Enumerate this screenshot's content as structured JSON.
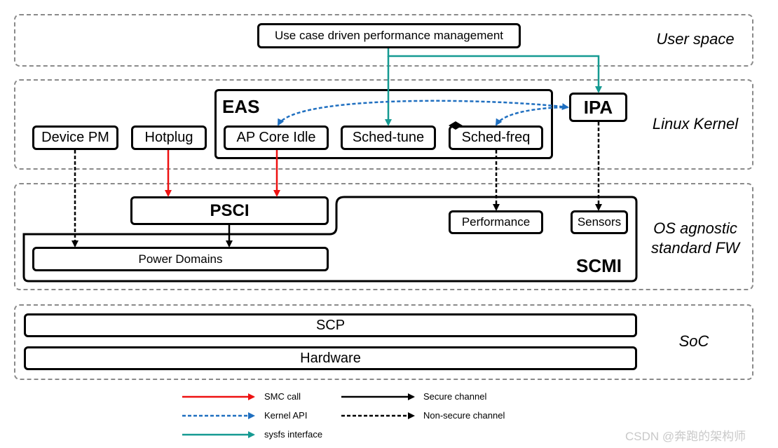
{
  "layers": {
    "user_space": "User space",
    "linux_kernel": "Linux Kernel",
    "os_agnostic_line1": "OS agnostic",
    "os_agnostic_line2": "standard FW",
    "soc": "SoC"
  },
  "boxes": {
    "use_case": "Use case driven performance management",
    "eas": "EAS",
    "ipa": "IPA",
    "device_pm": "Device PM",
    "hotplug": "Hotplug",
    "ap_core_idle": "AP Core Idle",
    "sched_tune": "Sched-tune",
    "sched_freq": "Sched-freq",
    "psci": "PSCI",
    "performance": "Performance",
    "sensors": "Sensors",
    "power_domains": "Power Domains",
    "scmi": "SCMI",
    "scp": "SCP",
    "hardware": "Hardware"
  },
  "legend": {
    "smc_call": "SMC call",
    "kernel_api": "Kernel API",
    "sysfs_interface": "sysfs interface",
    "secure_channel": "Secure channel",
    "non_secure_channel": "Non-secure channel"
  },
  "colors": {
    "smc_call": "#ee1111",
    "kernel_api": "#1f6fc0",
    "sysfs_interface": "#159a92",
    "secure": "#000000",
    "layer_border": "#8a8a8a"
  },
  "watermark": "CSDN @奔跑的架构师"
}
